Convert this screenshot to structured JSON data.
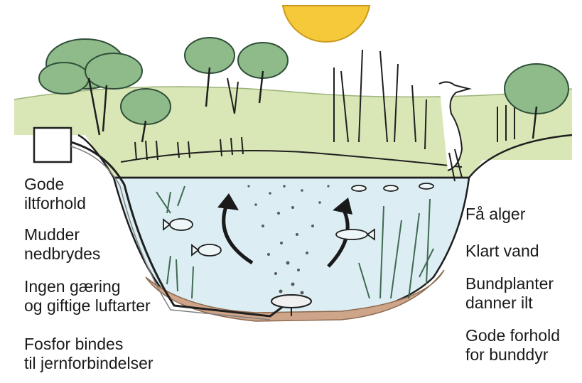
{
  "labels_left": [
    {
      "id": "oxygen",
      "lines": [
        "Gode",
        "iltforhold"
      ]
    },
    {
      "id": "mud",
      "lines": [
        "Mudder",
        "nedbrydes"
      ]
    },
    {
      "id": "fermentation",
      "lines": [
        "Ingen gæring",
        "og giftige luftarter"
      ]
    },
    {
      "id": "phosphorus",
      "lines": [
        "Fosfor bindes",
        "til jernforbindelser"
      ]
    }
  ],
  "labels_right": [
    {
      "id": "algae",
      "lines": [
        "Få alger"
      ]
    },
    {
      "id": "clear",
      "lines": [
        "Klart vand"
      ]
    },
    {
      "id": "plants",
      "lines": [
        "Bundplanter",
        "danner ilt"
      ]
    },
    {
      "id": "fauna",
      "lines": [
        "Gode forhold",
        "for bunddyr"
      ]
    }
  ],
  "colors": {
    "sky": "#ffffff",
    "sun": "#f5c93a",
    "meadow": "#d9e7b6",
    "water": "#dceef3",
    "sediment": "#cfa58a",
    "tree": "#8fba8a",
    "ink": "#1f1f1f"
  }
}
